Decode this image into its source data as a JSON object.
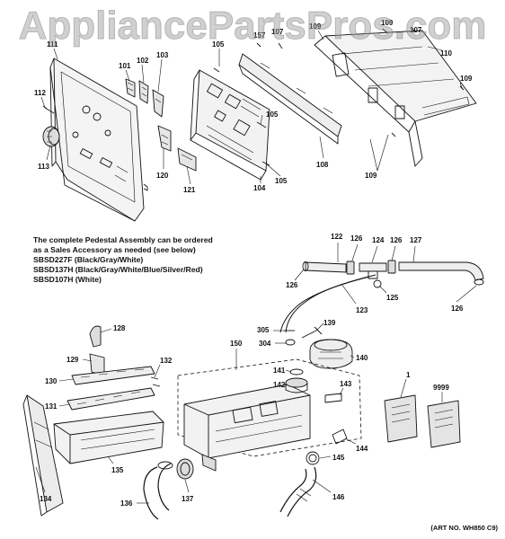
{
  "watermark": "AppliancePartsPros.com",
  "note": {
    "line1": "The complete Pedestal Assembly can be ordered",
    "line2": "as a Sales Accessory as needed (see below)",
    "models": [
      "SBSD227F (Black/Gray/White)",
      "SBSD137H (Black/Gray/White/Blue/Silver/Red)",
      "SBSD107H (White)"
    ]
  },
  "art_number": "(ART NO. WH850 C9)",
  "callouts": {
    "c111": "111",
    "c112": "112",
    "c113": "113",
    "c101": "101",
    "c102": "102",
    "c103": "103",
    "c120": "120",
    "c121": "121",
    "c105a": "105",
    "c105b": "105",
    "c105c": "105",
    "c104": "104",
    "c157": "157",
    "c107a": "107",
    "c108": "108",
    "c109a": "109",
    "c109b": "109",
    "c109c": "109",
    "c109d": "109",
    "c107b": "107",
    "c110": "110",
    "c122": "122",
    "c126a": "126",
    "c124": "124",
    "c126b": "126",
    "c127": "127",
    "c126c": "126",
    "c125": "125",
    "c126d": "126",
    "c123": "123",
    "c305": "305",
    "c139": "139",
    "c304": "304",
    "c140": "140",
    "c150": "150",
    "c141": "141",
    "c142": "142",
    "c143": "143",
    "c144": "144",
    "c145": "145",
    "c146": "146",
    "c128": "128",
    "c129": "129",
    "c130": "130",
    "c132": "132",
    "c131": "131",
    "c134": "134",
    "c135": "135",
    "c136": "136",
    "c137": "137",
    "c1": "1",
    "c9999": "9999"
  }
}
